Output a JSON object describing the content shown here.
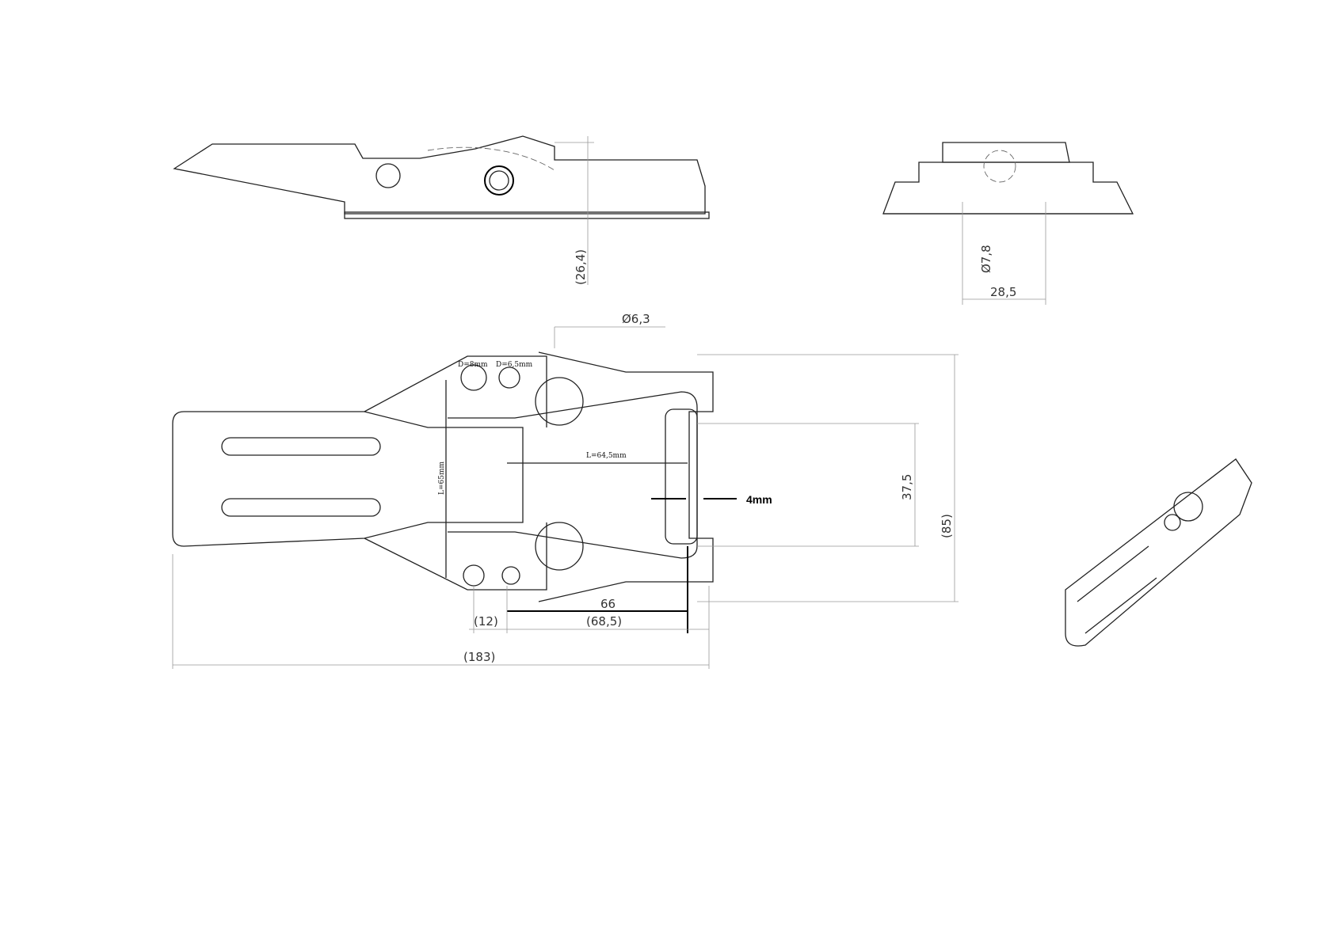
{
  "title": "Adjustable toggle latch technical drawing",
  "dimensions": {
    "side_height": "(26,4)",
    "end_hole_dia": "Ø7,8",
    "end_width": "28,5",
    "hole_dia": "Ø6,3",
    "hole_d1": "D=8mm",
    "hole_d2": "D=6,5mm",
    "length_65": "L=65mm",
    "length_64_5": "L=64,5mm",
    "wire": "4mm",
    "inner_width": "37,5",
    "overall_width": "(85)",
    "reach": "66",
    "hole_spacing": "(12)",
    "body_length": "(68,5)",
    "overall_length": "(183)"
  }
}
